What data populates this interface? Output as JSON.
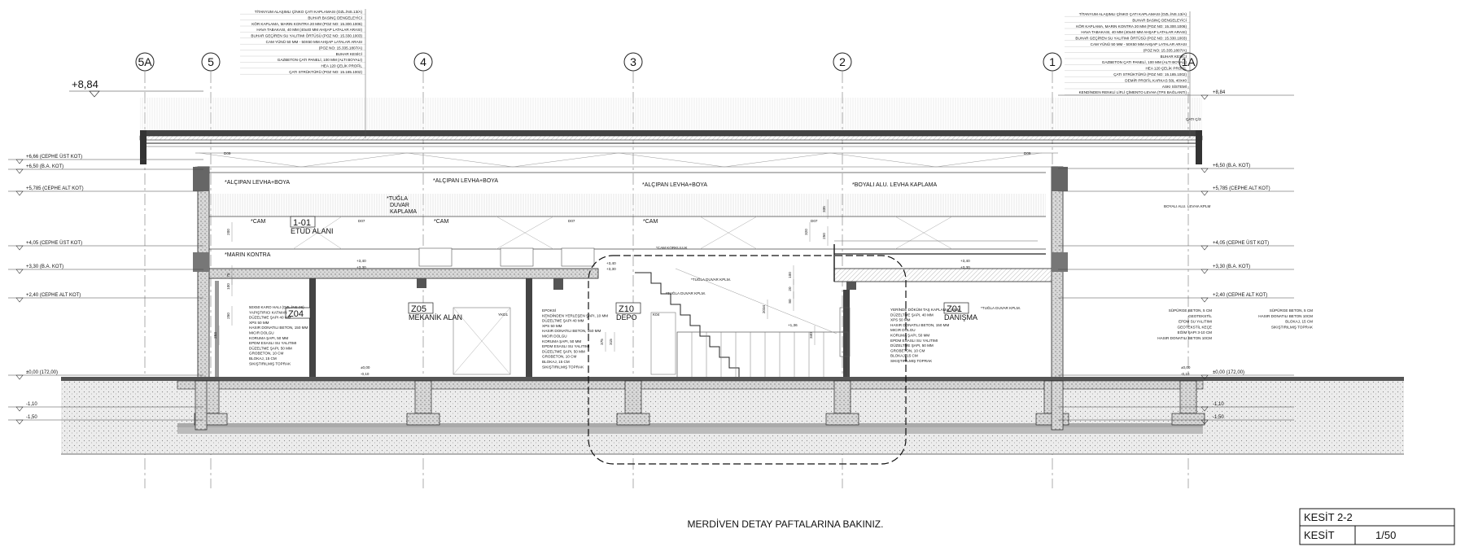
{
  "axes": [
    "5A",
    "5",
    "4",
    "3",
    "2",
    "1",
    "1A"
  ],
  "top_level": "+8,84",
  "left_levels": [
    "+6,66 (CEPHE ÜST KOT)",
    "+6,50 (B.A. KOT)",
    "+5,785 (CEPHE ALT KOT)",
    "+4,05 (CEPHE ÜST KOT)",
    "+3,30 (B.A. KOT)",
    "+2,40 (CEPHE ALT KOT)",
    "±0,00 (172,00)",
    "-1,10",
    "-1,50"
  ],
  "right_levels": [
    "+8,84",
    "+6,50 (B.A. KOT)",
    "+5,785 (CEPHE ALT KOT)",
    "+4,05 (CEPHE ÜST KOT)",
    "+3,30 (B.A. KOT)",
    "+2,40 (CEPHE ALT KOT)",
    "±0,00 (172,00)",
    "-1,10",
    "-1,50"
  ],
  "roof_layers_left": [
    "TİTANYUM ALAŞIMLI ÇİNKO ÇATI KAPLAMASI (OZL.İNS.13/A)",
    "BUHAR BASINÇ DENGELEYİCİ",
    "KÖR KAPLAMA, MARIN KONTRA 20 MM (POZ NO: 15.300.1006)",
    "HAVA TABAKASI, 40 MM (40x40 MM AHŞAP LATALAR ARASI)",
    "BUHAR GEÇİREN SU YALITIMI ÖRTÜSÜ (POZ NO: 15.330.1003)",
    "CAM YÜNÜ 50 MM - 50X50 MM AHŞAP LATALAR ARASI",
    "(POZ NO: 15.335.1807/A)",
    "BUHAR KESİCİ",
    "GAZBETON ÇATI PANELİ, 100 MM (ALTI BOYALI)",
    "HEA 120 ÇELİK PROFİL",
    "ÇATI STRÜKTÜRÜ (POZ NO: 15.185.1002)"
  ],
  "roof_layers_right": [
    "TİTANYUM ALAŞIMLI ÇİNKO ÇATI KAPLAMASI (OZL.İNS.13/A)",
    "BUHAR BASINÇ DENGELEYİCİ",
    "KÖR KAPLAMA, MARIN KONTRA 20 MM (POZ NO: 15.300.1006)",
    "HAVA TABAKASI, 40 MM (40x40 MM AHŞAP LATALAR ARASI)",
    "BUHAR GEÇİREN SU YALITIMI ÖRTÜSÜ (POZ NO: 15.330.1003)",
    "CAM YÜNÜ 50 MM - 50X50 MM AHŞAP LATALAR ARASI",
    "(POZ NO: 15.335.1807/A)",
    "BUHAR KESİCİ",
    "GAZBETON ÇATI PANELİ, 100 MM (ALTI BOYALI)",
    "HEA 120 ÇELİK PROFİL",
    "ÇATI STRÜKTÜRÜ (POZ NO: 15.185.1002)",
    "DEMİR PROFİL KARKAS 50L 40X40",
    "ASKI SİSTEMİ",
    "KENDİNDEN RENKLİ LİFLİ ÇİMENTO LEVHA (TPS BAĞLANTI)"
  ],
  "roof_note_right": "ÇATI Ç/3",
  "rooms": [
    {
      "code": "1-01",
      "name": "ETÜD ALANI"
    },
    {
      "code": "Z04",
      "name": ""
    },
    {
      "code": "Z05",
      "name": "MEKANİK ALAN"
    },
    {
      "code": "Z10",
      "name": "DEPO"
    },
    {
      "code": "Z01",
      "name": "DANIŞMA"
    }
  ],
  "material_notes": [
    "*ALÇIPAN LEVHA+BOYA",
    "*ALÇIPAN LEVHA+BOYA",
    "*ALÇIPAN LEVHA+BOYA",
    "*BOYALI ALU. LEVHA KAPLAMA",
    "*TUĞLA DUVAR KAPLAMA",
    "*CAM",
    "*CAM",
    "*CAM",
    "*MARIN KONTRA",
    "*CAM KORKULUK",
    "*TUĞLA DUVAR KPLM.",
    "*TUĞLA DUVAR KPLM.",
    "*TUĞLA DUVAR KPLM.",
    "BOYALI ALU. LEVHA KPLM"
  ],
  "door_tags": [
    "D09",
    "D09",
    "D07",
    "D07",
    "D07",
    "YKD1",
    "K04"
  ],
  "floor_layers": {
    "z04": [
      "50X50 KARO HALI (OZL.İNS.06)",
      "YAPIŞTIRICI KATMAN",
      "DÜZELTME ŞAPI 40 MM",
      "XPS 50 MM",
      "HASIR DONATILI BETON, 150 MM",
      "MICIR DOLGU",
      "KORUMA ŞAPI, 50 MM",
      "EPDM ESASLI SU YALITIMI",
      "DÜZELTME ŞAPI, 50 MM",
      "GROBETON, 10 CM",
      "BLOKAJ, 15 CM",
      "SIKIŞTIRILMIŞ TOPRAK"
    ],
    "z05": [
      "EPOKSİ",
      "KENDİNDEN YERLEŞEN ŞAPI, 10 MM",
      "DÜZELTME ŞAPI 40 MM",
      "XPS 50 MM",
      "HASIR DONATILI BETON, 150 MM",
      "MICIR DOLGU",
      "KORUMA ŞAPI, 50 MM",
      "EPDM ESASLI SU YALITIMI",
      "DÜZELTME ŞAPI, 50 MM",
      "GROBETON, 10 CM",
      "BLOKAJ, 15 CM",
      "SIKIŞTIRILMIŞ TOPRAK"
    ],
    "z01": [
      "YERİNDE DÖKÜM TAŞ KAPLAMA, 8 MM",
      "DÜZELTME ŞAPI, 40 MM",
      "XPS 50 MM",
      "HASIR DONATILI BETON, 150 MM",
      "MICIR DOLGU",
      "KORUMA ŞAPI, 50 MM",
      "EPDM ESASLI SU YALITIMI",
      "DÜZELTME ŞAPI, 50 MM",
      "GROBETON, 10 CM",
      "BLOKAJ, 15 CM",
      "SIKIŞTIRILMIŞ TOPRAK"
    ],
    "outside_right": [
      "SÜPÜRGE BETON, 5 CM",
      "GEOTEKSTİL",
      "EPDM SU YALITIMI",
      "GEOTEKSTİL KEÇE",
      "EĞİM ŞAPI 3-10 CM",
      "HASIR DONATILI BETON 10CM"
    ],
    "outside_far_right": [
      "SÜPÜRGE BETON, 5 CM",
      "HASIR DONATILI BETON 10CM",
      "BLOKAJ, 15 CM",
      "SIKIŞTIRILMIŞ TOPRAK"
    ]
  },
  "slab_levels": [
    "+3,40",
    "+3,30",
    "+3,40",
    "+3,30",
    "+3,40",
    "+3,30",
    "+1,36",
    "±0,00",
    "-0,10",
    "±0,00",
    "-0,10"
  ],
  "dimensions": [
    "200",
    "320",
    "75",
    "100",
    "250",
    "253",
    "340",
    "20",
    "80",
    "100",
    "375",
    "315",
    "2034",
    "250",
    "335"
  ],
  "stair_note": "MERDİVEN DETAY PAFTALARINA BAKINIZ.",
  "title_block": {
    "sheet": "KESİT 2-2",
    "type": "KESİT",
    "scale": "1/50"
  }
}
